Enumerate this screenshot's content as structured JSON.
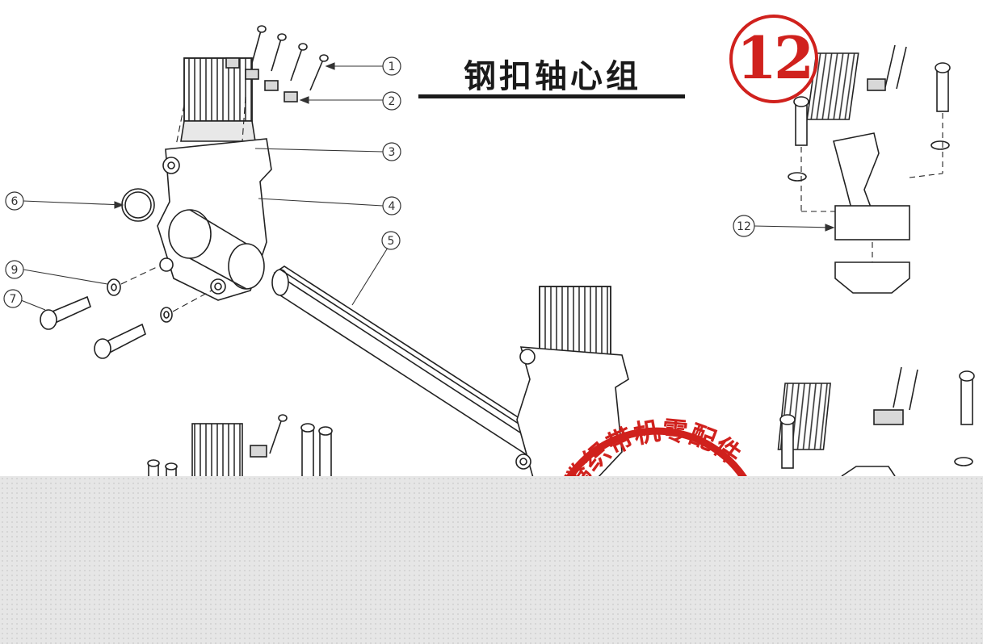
{
  "title": "钢扣轴心组",
  "section_badge": "12",
  "callouts": [
    "1",
    "2",
    "3",
    "4",
    "5",
    "6",
    "7",
    "9",
    "12"
  ],
  "stamp": {
    "text": "精腾织带机零配件",
    "color": "#d0211d"
  },
  "colors": {
    "line": "#222222",
    "accent_red": "#d0211d",
    "band": "#e6e6e6"
  }
}
